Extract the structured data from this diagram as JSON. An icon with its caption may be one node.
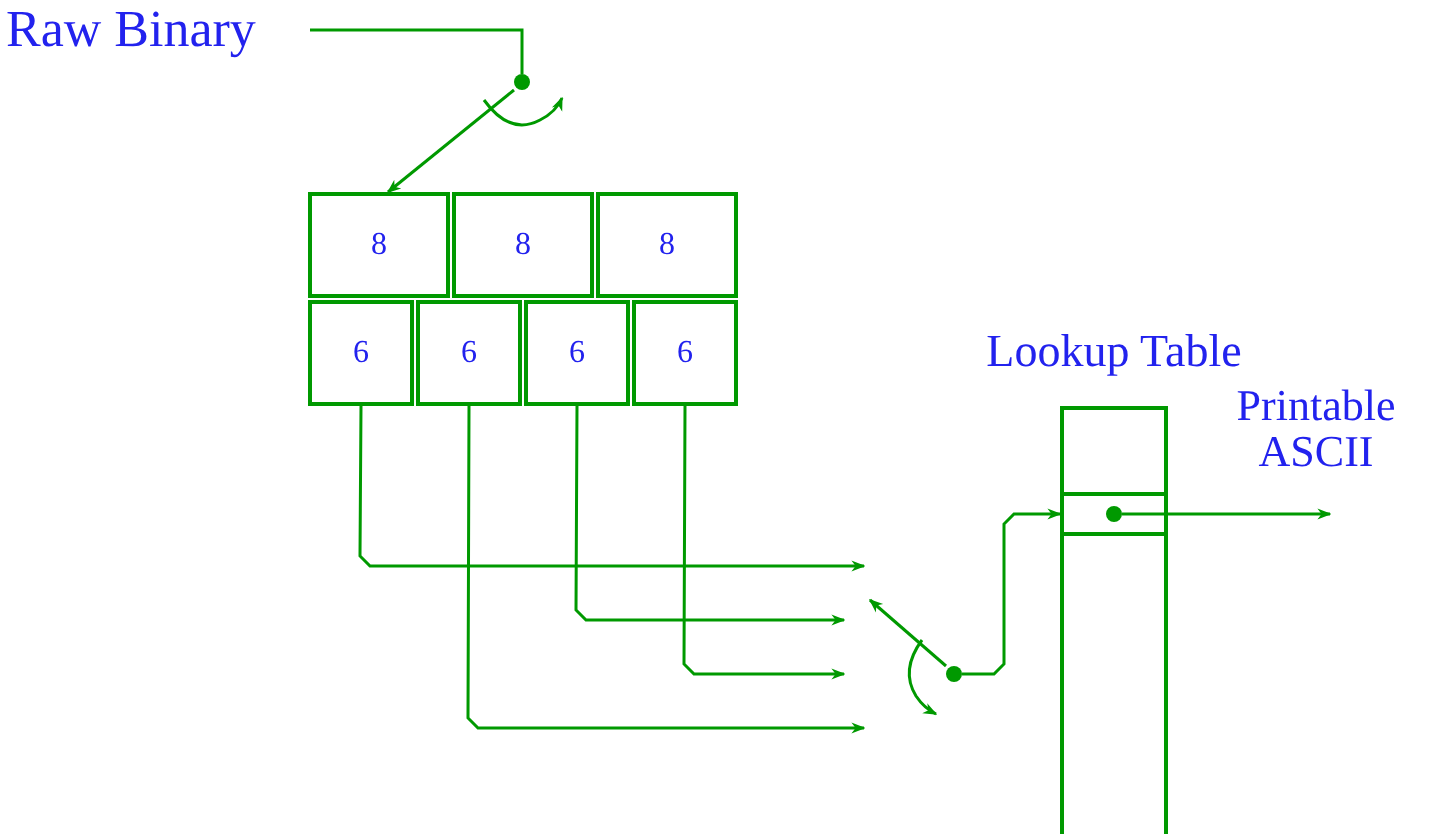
{
  "diagram": {
    "nodes": [
      {
        "text": [
          "Raw Binary"
        ]
      },
      {
        "text": [
          "8"
        ]
      },
      {
        "text": [
          "8"
        ]
      },
      {
        "text": [
          "8"
        ]
      },
      {
        "text": [
          "6"
        ]
      },
      {
        "text": [
          "6"
        ]
      },
      {
        "text": [
          "6"
        ]
      },
      {
        "text": [
          "6"
        ]
      },
      {
        "text": [],
        "shape": "circle"
      },
      {
        "text": [],
        "shape": "circle"
      },
      {
        "text": [
          "Lookup Table"
        ]
      },
      {
        "text": [],
        "shape": "box",
        "in": 10
      },
      {
        "text": [],
        "shape": "circle",
        "in": 11
      }
    ],
    "edges": [
      {
        "from": 0,
        "to": 8,
        "arrow": "none"
      },
      {
        "from": 8,
        "to": 1,
        "arrow": "to"
      },
      {
        "from": 4,
        "to": null,
        "arrow": "to"
      },
      {
        "from": 6,
        "to": null,
        "arrow": "to"
      },
      {
        "from": 7,
        "to": null,
        "arrow": "to"
      },
      {
        "from": 5,
        "to": null,
        "arrow": "to"
      },
      {
        "from": 9,
        "to": null,
        "arrow": "to"
      },
      {
        "from": 9,
        "to": 11,
        "arrow": "to"
      },
      {
        "from": 12,
        "to": null,
        "arrow": "to"
      }
    ],
    "labels": [
      "Printable ASCII"
    ]
  }
}
